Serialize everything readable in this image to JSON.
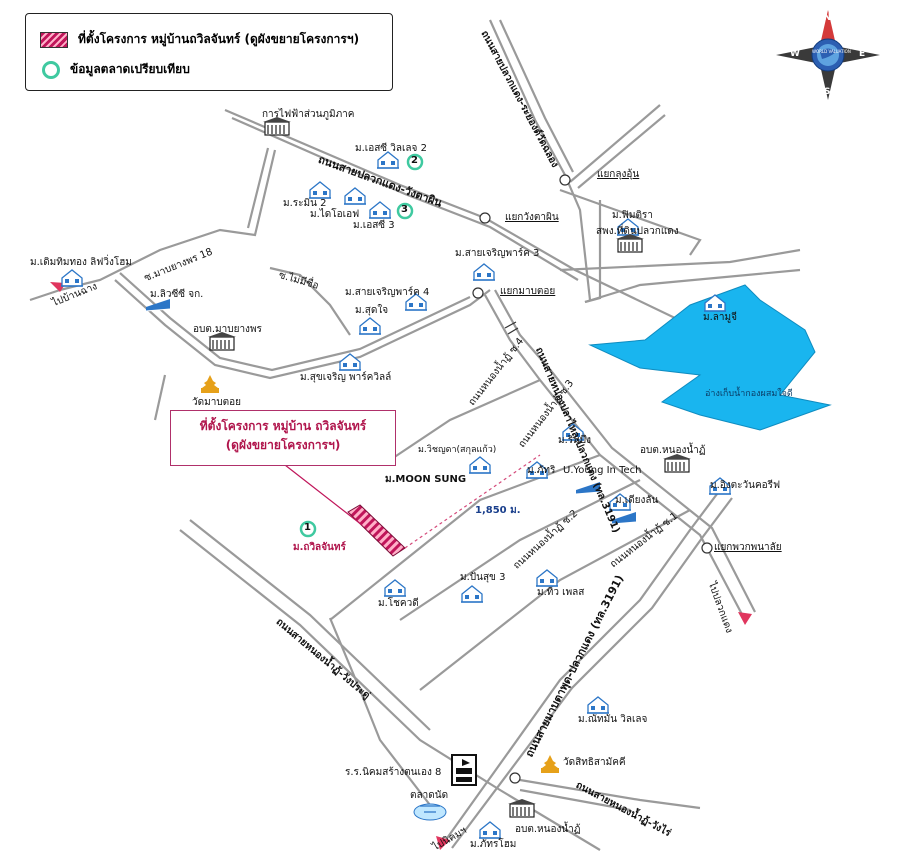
{
  "legend": {
    "project_label": "ที่ตั้งโครงการ หมู่บ้านถวิลจันทร์ (ดูผังขยายโครงการฯ)",
    "market_label": "ข้อมูลตลาดเปรียบเทียบ"
  },
  "compass": {
    "n": "N",
    "e": "E",
    "s": "S",
    "w": "W",
    "ring_text": "WORLD VALUATION"
  },
  "callout": {
    "line1": "ที่ตั้งโครงการ หมู่บ้าน ถวิลจันทร์",
    "line2": "(ดูผังขยายโครงการฯ)"
  },
  "reservoir_label": "อ่างเก็บน้ำกองผสมใจดี",
  "distance_label": "1,850 ม.",
  "comparables": [
    {
      "num": "1",
      "name": "ม.ถวิลจันทร์"
    },
    {
      "num": "2",
      "name": "ม.เอสซี วิลเลจ 2"
    },
    {
      "num": "3",
      "name": "ม.เอสซี 3"
    }
  ],
  "roads": [
    "ถนนสายปลวกแดง-ระยองต์วัดฉลอง",
    "ถนนสายปลวกแดง-วังตาผิน",
    "ถนนสายหนองปลาไหล-ปลวกแดง (ทล.3191)",
    "ถนนสายมาบตาพุด-ปลวกแดง (ทล.3191)",
    "ถนนสายหนองน้ำฏ้-วังประดู่",
    "ถนนสายหนองน้ำฏ้-วังไร่",
    "ซ.มาบยางพร 18",
    "ซ.ไม่มีชื่อ",
    "ถนนหนองน้ำฏ้ ซ.4",
    "ถนนหนองน้ำฏ้ ซ.3",
    "ถนนหนองน้ำฏ้ ซ.2",
    "ถนนหนองน้ำฏ้ ซ.1"
  ],
  "places": [
    "การไฟฟ้าส่วนภูมิภาค",
    "ม.ระมิน 2",
    "ม.ไดโอเอฟ",
    "ม.เดิมทิมทอง ลิฟวิ่งโฮม",
    "ไปบ้านฉาง",
    "ม.ลิวซีซี จก.",
    "อบต.มาบยางพร",
    "วัดมาบตอย",
    "ม.สุดใจ",
    "ม.สุขเจริญ พาร์ควิลล์",
    "ม.สายเจริญพาร์ค 4",
    "ม.สายเจริญพาร์ค 3",
    "ม.ฟิมติรา",
    "สพง.ที่ดินปลวกแดง",
    "ม.ลามูจี",
    "ม.วิชญดา(สกุลแก้ว)",
    "ม.ริมบึง",
    "ม.ภัทริ",
    "U.Young In Tech",
    "อบต.หนองน้ำฏ้",
    "ม.อิงตะวันคอรีฟ",
    "ม.MOON SUNG",
    "ม.เดียงลัน",
    "ม.ปันสุข 3",
    "ม.โชควดี",
    "ม.ทิว เพลส",
    "ไปปลวกแดง",
    "ม.ณัทมัน วิลเลจ",
    "ร.ร.นิคมสร้างตนเอง 8",
    "ตลาดนัด",
    "วัดสิทธิสามัคคี",
    "อบต.หนองน้ำฏ้",
    "ม.ภัทรโฮม",
    "ไปนิคมฯ"
  ],
  "junctions": [
    "แยกลุงอุ้น",
    "แยกวังตาผิน",
    "แยกมาบตอย",
    "แยกพวกพนาลัย"
  ],
  "colors": {
    "road": "#9a9a9a",
    "reservoir": "#19b5ef",
    "project": "#c0155a",
    "comparable_ring": "#3fc9a0",
    "house": "#2c76c7",
    "arrow": "#e0365e",
    "temple": "#e6a11a"
  }
}
